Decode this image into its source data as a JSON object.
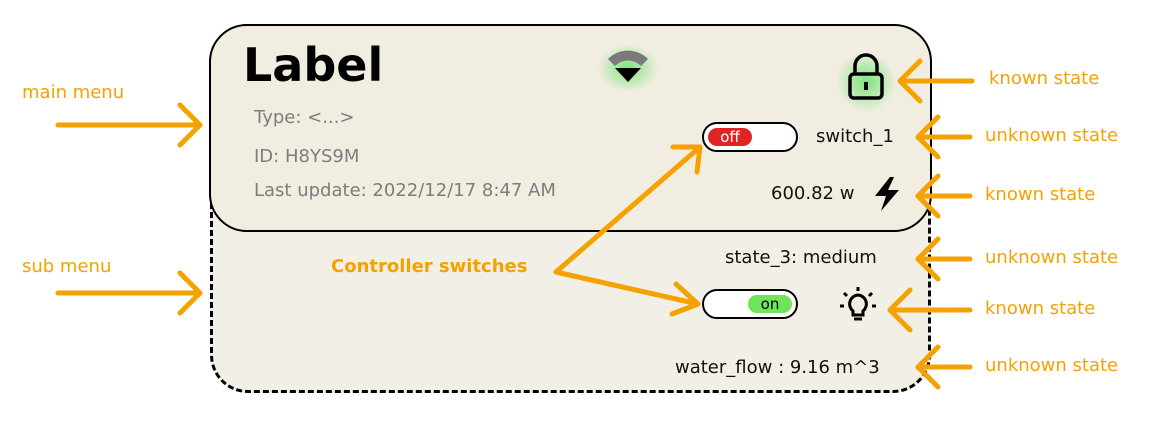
{
  "card": {
    "title": "Label",
    "type": "Type: <...>",
    "id": "ID: H8YS9M",
    "last_update": "Last update: 2022/12/17  8:47 AM"
  },
  "states": {
    "switch_1": {
      "label": "switch_1",
      "toggle": "off"
    },
    "power": "600.82 w",
    "state_3": "state_3: medium",
    "light_toggle": "on",
    "water_flow": "water_flow : 9.16 m^3"
  },
  "annotations": {
    "main_menu": "main menu",
    "sub_menu": "sub menu",
    "controller_switches": "Controller switches",
    "known_state": "known state",
    "unknown_state": "unknown state"
  },
  "icons": [
    "wifi-icon",
    "lock-icon",
    "lightning-icon",
    "lightbulb-icon"
  ],
  "colors": {
    "accent": "#f5a100",
    "card_bg": "#f1ede1",
    "toggle_off": "#e02424",
    "toggle_on": "#6ee45a",
    "glow": "#6fe36f"
  }
}
